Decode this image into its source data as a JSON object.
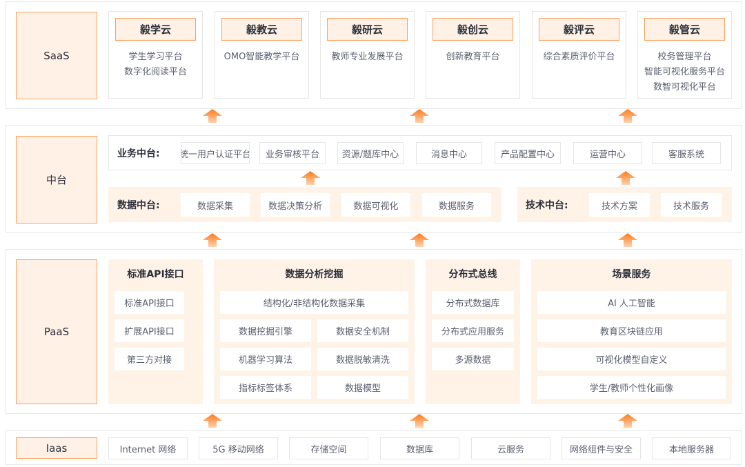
{
  "saas": {
    "label": "SaaS",
    "cards": [
      {
        "title": "毅学云",
        "lines": [
          "学生学习平台",
          "数字化阅读平台"
        ]
      },
      {
        "title": "毅教云",
        "lines": [
          "OMO智能教学平台"
        ]
      },
      {
        "title": "毅研云",
        "lines": [
          "教师专业发展平台"
        ]
      },
      {
        "title": "毅创云",
        "lines": [
          "创新教育平台"
        ]
      },
      {
        "title": "毅评云",
        "lines": [
          "综合素质评价平台"
        ]
      },
      {
        "title": "毅管云",
        "lines": [
          "校务管理平台",
          "智能可视化服务平台",
          "数智可视化平台"
        ]
      }
    ]
  },
  "middle": {
    "label": "中台",
    "business": {
      "title": "业务中台:",
      "items": [
        "统一用户认证平台",
        "业务审核平台",
        "资源/题库中心",
        "消息中心",
        "产品配置中心",
        "运营中心",
        "客服系统"
      ]
    },
    "data": {
      "title": "数据中台:",
      "items": [
        "数据采集",
        "数据决策分析",
        "数据可视化",
        "数据服务"
      ]
    },
    "tech": {
      "title": "技术中台:",
      "items": [
        "技术方案",
        "技术服务"
      ]
    }
  },
  "paas": {
    "label": "PaaS",
    "columns": [
      {
        "title": "标准API接口",
        "items": [
          "标准API接口",
          "扩展API接口",
          "第三方对接"
        ]
      },
      {
        "title": "数据分析挖掘",
        "items": [
          "结构化/非结构化数据采集",
          "数据挖掘引擎",
          "数据安全机制",
          "机器学习算法",
          "数据脱敏清洗",
          "指标标签体系",
          "数据模型"
        ]
      },
      {
        "title": "分布式总线",
        "items": [
          "分布式数据库",
          "分布式应用服务",
          "多源数据"
        ]
      },
      {
        "title": "场景服务",
        "items": [
          "AI 人工智能",
          "教育区块链应用",
          "可视化模型自定义",
          "学生/教师个性化画像"
        ]
      }
    ]
  },
  "iaas": {
    "label": "Iaas",
    "items": [
      "Internet 网络",
      "5G 移动网络",
      "存储空间",
      "数据库",
      "云服务",
      "网络组件与安全",
      "本地服务器"
    ]
  },
  "colors": {
    "accent": "#ff7a1a",
    "label_fill": "#fff1e6",
    "label_border": "#ff9f5a",
    "panel_fill": "#fff3e8"
  }
}
